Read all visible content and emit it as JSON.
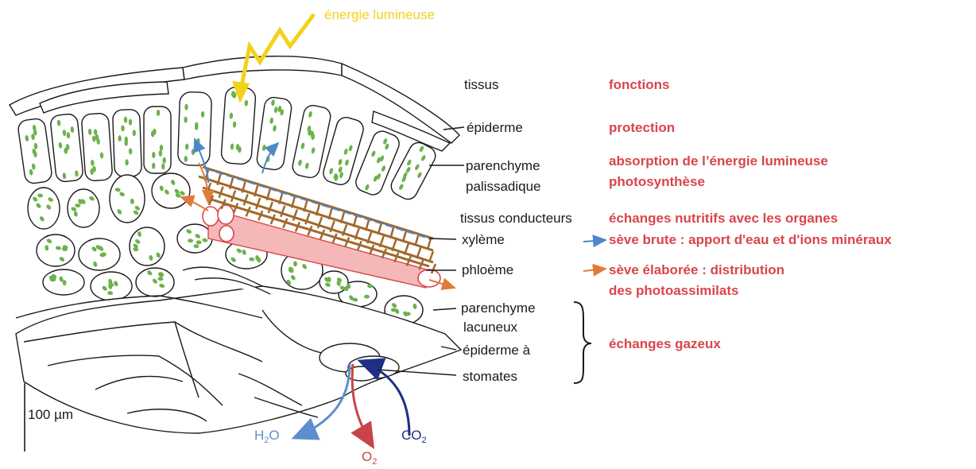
{
  "energy_label": "énergie lumineuse",
  "scale_label": "100 µm",
  "gases": {
    "h2o_main": "H",
    "h2o_sub": "2",
    "h2o_end": "O",
    "o2_main": "O",
    "o2_sub": "2",
    "co2_main": "CO",
    "co2_sub": "2"
  },
  "labels": {
    "tissus": "tissus",
    "epiderme": "épiderme",
    "parenchyme_1": "parenchyme",
    "palissadique": "palissadique",
    "tissus_conducteurs": "tissus conducteurs",
    "xyleme": "xylème",
    "phloeme": "phloème",
    "parenchyme_2": "parenchyme",
    "lacuneux": "lacuneux",
    "epiderme_a": "épiderme à",
    "stomates": "stomates"
  },
  "functions": {
    "header": "fonctions",
    "protection": "protection",
    "absorption": "absorption de l’énergie lumineuse",
    "photosynthese": "photosynthèse",
    "echanges_nutritifs": "échanges nutritifs avec les organes",
    "seve_brute": "sève brute : apport d'eau et d'ions minéraux",
    "seve_elaboree_1": "sève élaborée : distribution",
    "seve_elaboree_2": "des photoassimilats",
    "echanges_gazeux": "échanges gazeux"
  },
  "colors": {
    "function_text": "#d9454b",
    "energy": "#f2d21b",
    "chloroplast": "#6cb24d",
    "xylem": "#a0682c",
    "phloem_fill": "#f4b8b8",
    "phloem_stroke": "#d9454b",
    "sap_blue": "#4d87c7",
    "sap_orange": "#e07b39",
    "co2_arrow": "#1f2f86",
    "o2_arrow": "#c8444a",
    "h2o_arrow": "#5b8fcf"
  }
}
